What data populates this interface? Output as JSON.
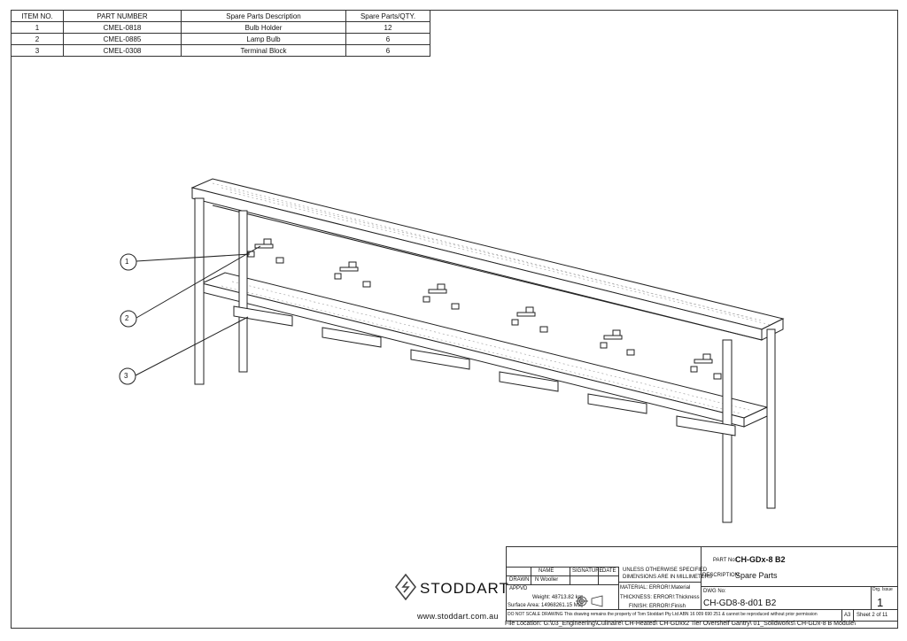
{
  "bom": {
    "headers": [
      "ITEM NO.",
      "PART NUMBER",
      "Spare Parts Description",
      "Spare Parts/QTY."
    ],
    "rows": [
      [
        "1",
        "CMEL-0818",
        "Bulb Holder",
        "12"
      ],
      [
        "2",
        "CMEL-0885",
        "Lamp Bulb",
        "6"
      ],
      [
        "3",
        "CMEL-0308",
        "Terminal Block",
        "6"
      ]
    ]
  },
  "balloons": [
    "1",
    "2",
    "3"
  ],
  "title_block": {
    "name_hdr": "NAME",
    "signature_hdr": "SIGNATURE",
    "date_hdr": "DATE",
    "drawn_label": "DRAWN",
    "drawn_name": "N Wooller",
    "apprvd_label": "APPVD",
    "weight": "Weight: 48713.82 kg",
    "surface_area": "Surface Area: 14968261.15  M2",
    "tolerance_note_1": "UNLESS OTHERWISE SPECIFIED",
    "tolerance_note_2": "DIMENSIONS ARE IN MILLIMETERS",
    "material": "MATERIAL: ERROR!:Material",
    "thickness": "THICKNESS: ERROR!:Thickness",
    "finish": "FINISH: ERROR!:Finish",
    "part_no_label": "PART No:",
    "part_no": "CH-GDx-8 B2",
    "description_label": "DESCRIPTION:",
    "description": "Spare Parts",
    "dwg_no_label": "DWG No:",
    "dwg_no": "CH-GD8-8-d01 B2",
    "issue_label": "Drg. Issue",
    "issue": "1",
    "do_not_scale": "DO NOT SCALE DRAWING",
    "property_note": "This drawing remains the property of Tom Stoddart Pty Ltd ABN 16 009 690 251 & cannot be reproduced without prior permission",
    "size": "A3",
    "sheet": "Sheet 2 of 11",
    "brand": "STODDART",
    "website": "www.stoddart.com.au"
  },
  "file_location": "File Location: G:\\03_Engineering\\Culinaire\\ CH-Heated\\ CH-GDxx2 Tier Overshelf Gantry\\ 01_Solidworks\\ CH-GDx-8 B Module\\"
}
